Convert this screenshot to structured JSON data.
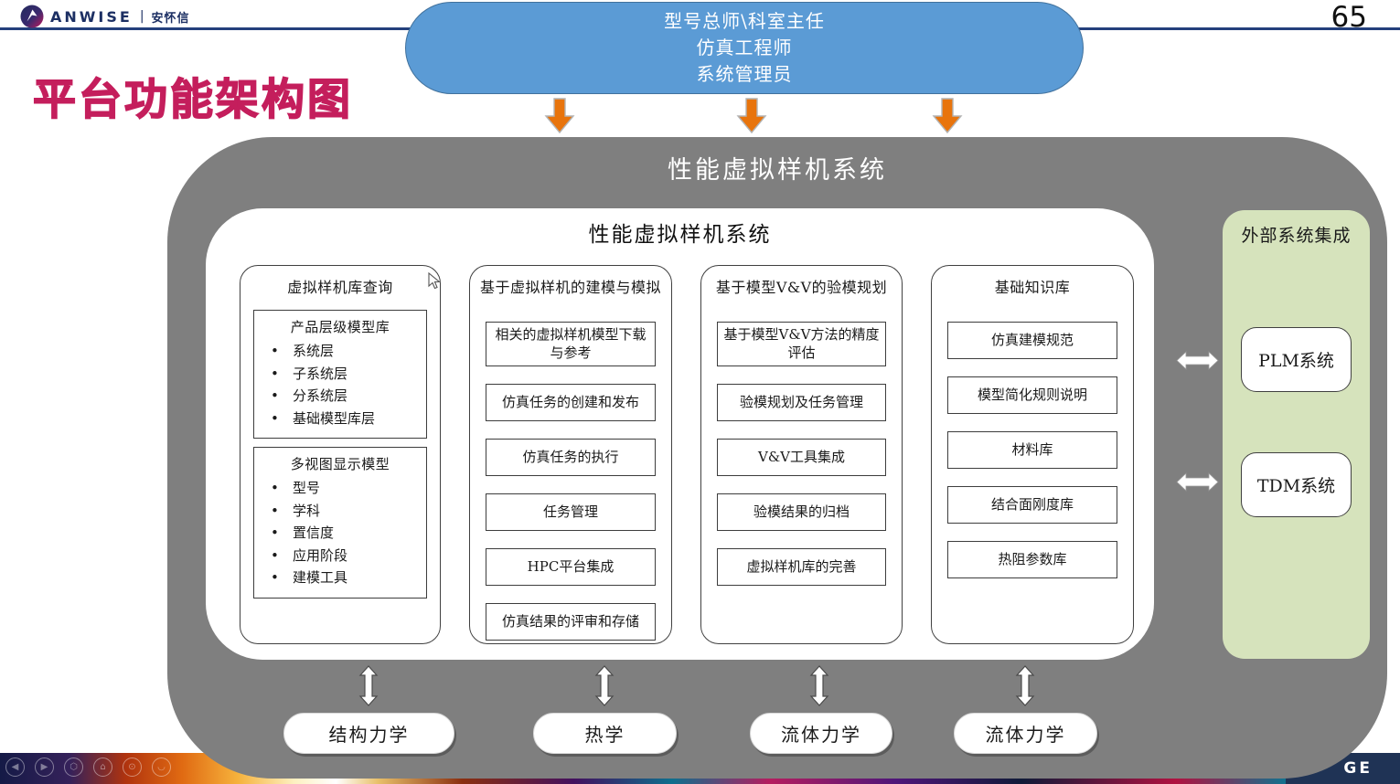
{
  "header": {
    "brand": "ANWISE",
    "brand_sep": "|",
    "brand_cn": "安怀信",
    "page_number": "65",
    "title": "平台功能架构图"
  },
  "actors": {
    "lines": [
      "型号总师\\科室主任",
      "仿真工程师",
      "系统管理员"
    ]
  },
  "system": {
    "outer_title": "性能虚拟样机系统",
    "inner_title": "性能虚拟样机系统"
  },
  "columns": [
    {
      "title": "虚拟样机库查询",
      "groups": [
        {
          "title": "产品层级模型库",
          "bullets": [
            "系统层",
            "子系统层",
            "分系统层",
            "基础模型库层"
          ]
        },
        {
          "title": "多视图显示模型",
          "bullets": [
            "型号",
            "学科",
            "置信度",
            "应用阶段",
            "建模工具"
          ]
        }
      ]
    },
    {
      "title": "基于虚拟样机的建模与模拟",
      "items": [
        "相关的虚拟样机模型下载与参考",
        "仿真任务的创建和发布",
        "仿真任务的执行",
        "任务管理",
        "HPC平台集成",
        "仿真结果的评审和存储"
      ]
    },
    {
      "title": "基于模型V&V的验模规划",
      "items": [
        "基于模型V&V方法的精度评估",
        "验模规划及任务管理",
        "V&V工具集成",
        "验模结果的归档",
        "虚拟样机库的完善"
      ]
    },
    {
      "title": "基础知识库",
      "items": [
        "仿真建模规范",
        "模型简化规则说明",
        "材料库",
        "结合面刚度库",
        "热阻参数库"
      ]
    }
  ],
  "external": {
    "title": "外部系统集成",
    "systems": [
      "PLM系统",
      "TDM系统"
    ]
  },
  "disciplines": [
    "结构力学",
    "热学",
    "流体力学",
    "流体力学"
  ],
  "footer": {
    "partial_logo": "GE"
  },
  "colors": {
    "accent_blue": "#5B9BD5",
    "accent_blue_border": "#41719C",
    "arrow_orange": "#E8740C",
    "container_gray": "#7F7F7F",
    "panel_green": "#D6E3BC",
    "title_crimson": "#C41E5C",
    "line_navy": "#24407C"
  }
}
